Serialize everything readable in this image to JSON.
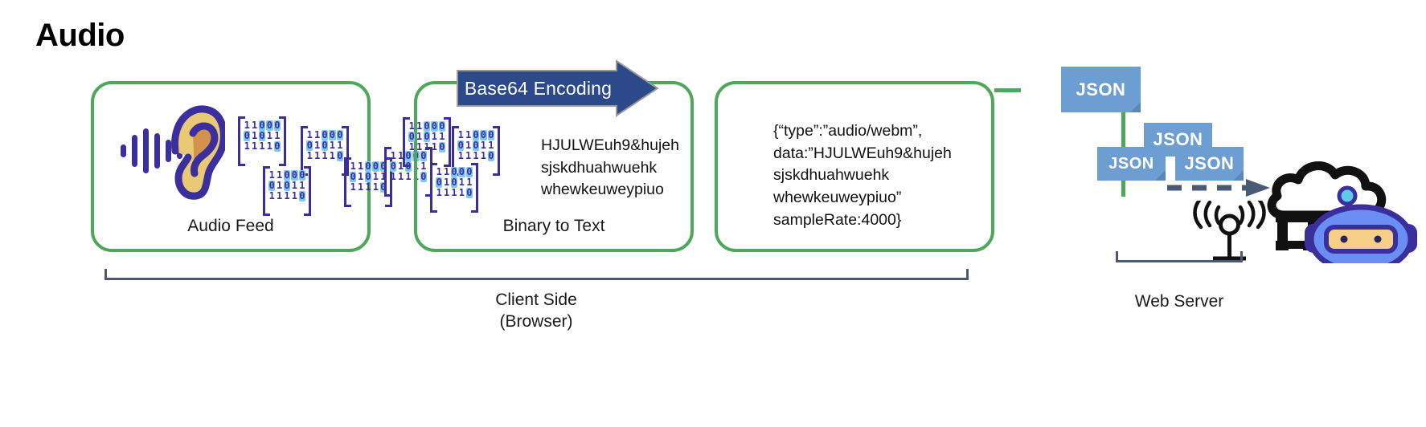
{
  "title": "Audio",
  "colors": {
    "green": "#4ea75b",
    "navy": "#2c4a8a",
    "badge_blue": "#6d9ed2",
    "binary_purple": "#3b2f9e",
    "bit_highlight": "#7ec8f0",
    "bracket_gray": "#4a5a72",
    "ear_fill": "#e9c975",
    "ear_inner": "#d4924a",
    "robot_blue": "#6b8ef5",
    "robot_outline": "#3b2f9e",
    "robot_face": "#f5cf87",
    "antenna_ball": "#5ecbe8"
  },
  "stages": [
    {
      "id": "audio-feed",
      "label": "Audio Feed",
      "icon": "ear-icon"
    },
    {
      "id": "binary-to-text",
      "label": "Binary to Text",
      "text": "HJULWEuh9&hujeh\nsjskdhuahwuehk\nwhewkeuweypiuo"
    },
    {
      "id": "json-payload",
      "label": "",
      "text": "{“type”:”audio/webm”,\ndata:”HJULWEuh9&hujeh\nsjskdhuahwuehk\nwhewkeuweypiuo”\nsampleRate:4000}"
    }
  ],
  "arrow": {
    "label": "Base64 Encoding"
  },
  "binary_matrix": {
    "rows": [
      "11000",
      "01011",
      "11110"
    ],
    "highlight_map": [
      [
        false,
        false,
        true,
        true,
        true
      ],
      [
        true,
        false,
        true,
        false,
        false
      ],
      [
        false,
        false,
        false,
        false,
        true
      ]
    ]
  },
  "json_badges": [
    {
      "label": "JSON",
      "id": "json-badge-main"
    },
    {
      "label": "JSON",
      "id": "json-badge-top"
    },
    {
      "label": "JSON",
      "id": "json-badge-left"
    },
    {
      "label": "JSON",
      "id": "json-badge-right"
    }
  ],
  "captions": {
    "client": "Client Side\n(Browser)",
    "server": "Web Server"
  },
  "icons": {
    "ear": "ear-icon",
    "antenna": "broadcast-antenna-icon",
    "cloud": "cloud-server-icon",
    "robot": "robot-head-icon",
    "dashed_arrow": "dashed-arrow-icon"
  }
}
